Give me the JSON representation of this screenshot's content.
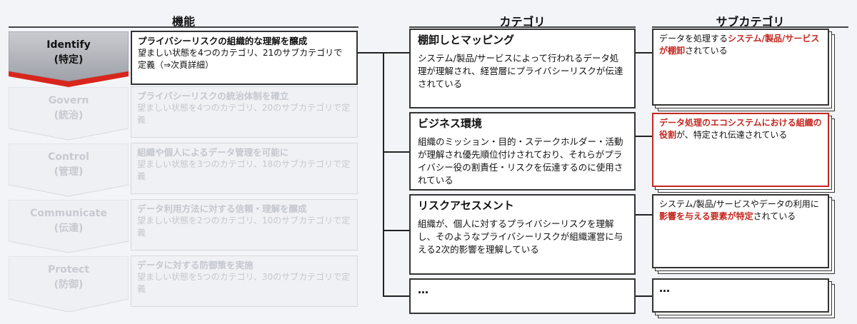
{
  "headers": {
    "function": "機能",
    "category": "カテゴリ",
    "subcategory": "サブカテゴリ"
  },
  "functions": [
    {
      "name": "Identify",
      "jp": "(特定)",
      "title": "プライバシーリスクの組織的な理解を醸成",
      "desc": "望ましい状態を4つのカテゴリ、21のサブカテゴリで定義（⇒次頁詳細）"
    },
    {
      "name": "Govern",
      "jp": "(統治)",
      "title": "プライバシーリスクの統治体制を確立",
      "desc": "望ましい状態を4つのカテゴリ、20のサブカテゴリで定義"
    },
    {
      "name": "Control",
      "jp": "(管理)",
      "title": "組織や個人によるデータ管理を可能に",
      "desc": "望ましい状態を3つのカテゴリ、18のサブカテゴリで定義"
    },
    {
      "name": "Communicate",
      "jp": "(伝達)",
      "title": "データ利用方法に対する信頼・理解を醸成",
      "desc": "望ましい状態を2つのカテゴリ、10のサブカテゴリで定義"
    },
    {
      "name": "Protect",
      "jp": "(防御)",
      "title": "データに対する防御策を実施",
      "desc": "望ましい状態を5つのカテゴリ、30のサブカテゴリで定義"
    }
  ],
  "categories": [
    {
      "title": "棚卸しとマッピング",
      "desc": "システム/製品/サービスによって行われるデータ処理が理解され、経営層にプライバシーリスクが伝達されている"
    },
    {
      "title": "ビジネス環境",
      "desc": "組織のミッション・目的・ステークホルダー・活動が理解され優先順位付けされており、それらがプライバシー役の割責任・リスクを伝達するのに使用されている"
    },
    {
      "title": "リスクアセスメント",
      "desc": "組織が、個人に対するプライバシーリスクを理解し、そのようなプライバシーリスクが組織運営に与える2次的影響を理解している"
    },
    {
      "title": "…",
      "desc": ""
    }
  ],
  "subcategories": [
    {
      "pre": "データを処理する",
      "em": "システム/製品/サービスが棚卸",
      "post": "されている"
    },
    {
      "pre": "",
      "em": "データ処理のエコシステムにおける組織の役割",
      "post": "が、特定され伝達されている"
    },
    {
      "pre": "システム/製品/サービスやデータの利用に",
      "em": "影響を与える要素が特定",
      "post": "されている"
    },
    {
      "pre": "…",
      "em": "",
      "post": ""
    }
  ]
}
